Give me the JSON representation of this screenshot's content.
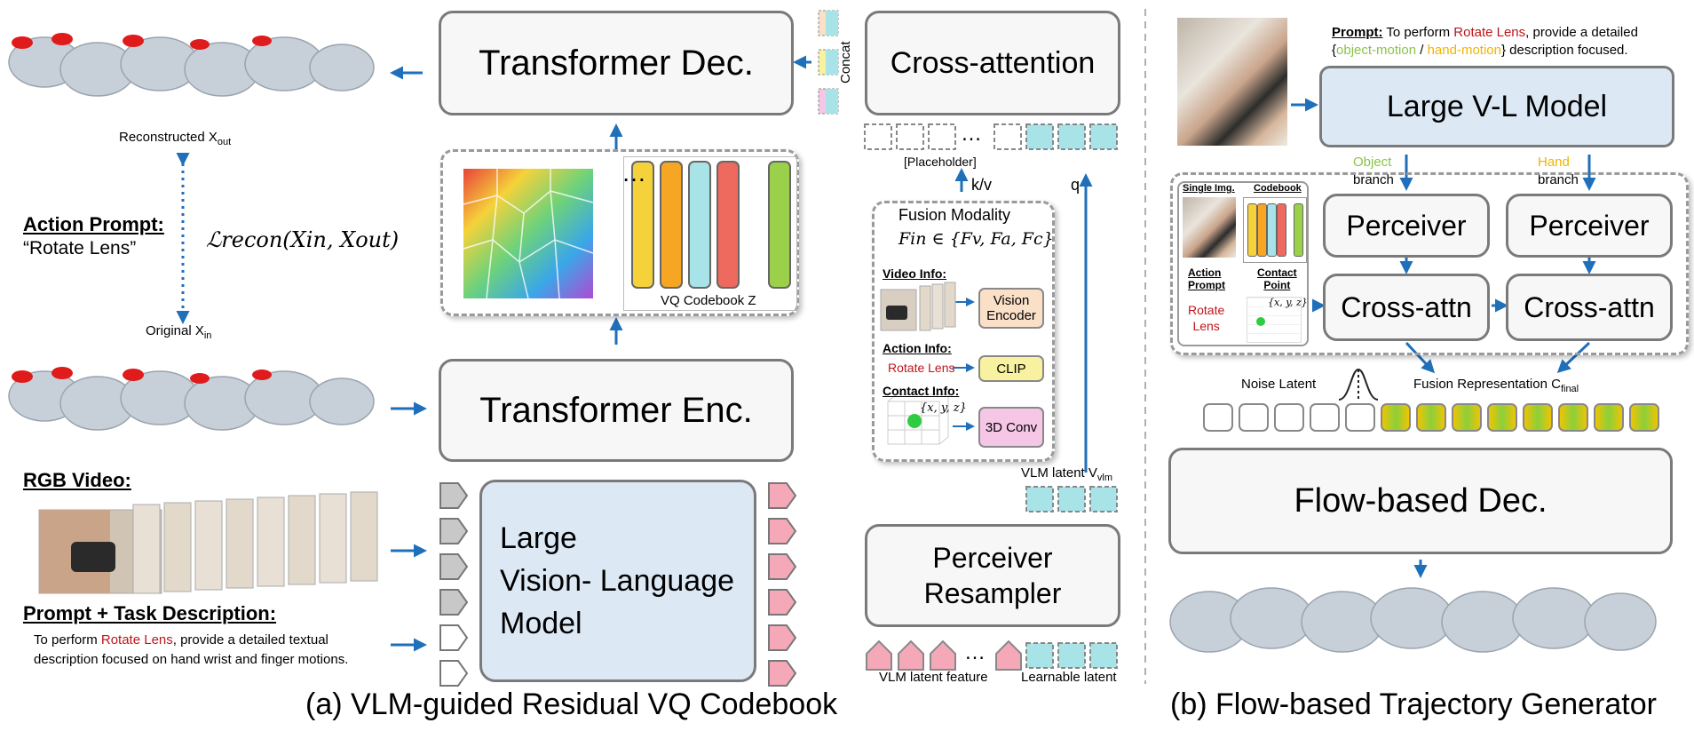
{
  "caption_a": "(a) VLM-guided Residual VQ Codebook",
  "caption_b": "(b) Flow-based Trajectory Generator",
  "recon_label": "Reconstructed X",
  "recon_sub": "out",
  "original_label": "Original X",
  "original_sub": "in",
  "action_prompt_title": "Action Prompt:",
  "action_prompt_value": "“Rotate Lens”",
  "loss_formula": "ℒrecon(Xin, Xout)",
  "rgb_video_title": "RGB Video:",
  "prompt_task_title": "Prompt + Task Description:",
  "prompt_task_line1_a": "To perform ",
  "prompt_task_line1_red": "Rotate Lens",
  "prompt_task_line1_b": ", provide a detailed textual",
  "prompt_task_line2": "description focused on hand wrist and finger motions.",
  "transformer_dec": "Transformer Dec.",
  "transformer_enc": "Transformer Enc.",
  "vlm_line1": "Large",
  "vlm_line2": "Vision- Language",
  "vlm_line3": "Model",
  "codebook_label": "VQ Codebook Z",
  "codebook_dots": "…",
  "cross_attention": "Cross-attention",
  "concat_label": "Concat",
  "placeholder_label": "[Placeholder]",
  "kv_label": "k/v",
  "q_label": "q",
  "fusion_title": "Fusion Modality",
  "fusion_formula": "Fin ∈ {Fv, Fa, Fc}",
  "video_info": "Video Info:",
  "action_info": "Action Info:",
  "rotate_lens": "Rotate Lens",
  "contact_info": "Contact Info:",
  "xyz": "{x, y, z}",
  "vision_encoder": "Vision Encoder",
  "clip": "CLIP",
  "conv3d": "3D Conv",
  "vlm_latent": "VLM latent V",
  "vlm_latent_sub": "vlm",
  "perceiver_resampler_1": "Perceiver",
  "perceiver_resampler_2": "Resampler",
  "vlm_latent_feature": "VLM latent feature",
  "learnable_latent": "Learnable latent",
  "prompt_b_bold": "Prompt:",
  "prompt_b_text1": " To perform ",
  "prompt_b_red": "Rotate Lens",
  "prompt_b_text2": ", provide a detailed",
  "prompt_b_brace_open": "{",
  "prompt_b_green": "object-motion",
  "prompt_b_sep": " / ",
  "prompt_b_yellow": "hand-motion",
  "prompt_b_text3": "} description focused.",
  "large_vl_model": "Large V-L Model",
  "object_label": "Object",
  "hand_label": "Hand",
  "branch_label": "branch",
  "single_img": "Single Img.",
  "codebook_small": "Codebook",
  "action_prompt_small_1": "Action",
  "action_prompt_small_2": "Prompt",
  "rotate_small_1": "Rotate",
  "rotate_small_2": "Lens",
  "contact_point_1": "Contact",
  "contact_point_2": "Point",
  "perceiver": "Perceiver",
  "cross_attn": "Cross-attn",
  "noise_latent": "Noise Latent",
  "fusion_representation": "Fusion Representation C",
  "fusion_representation_sub": "final",
  "flow_dec": "Flow-based Dec.",
  "colors": {
    "accent_blue": "#1f6fba",
    "vlm_fill": "#dce9f5",
    "cyan_token": "#a8e3e8",
    "pink_token": "#f5a9b8",
    "red_text": "#c0141a"
  }
}
